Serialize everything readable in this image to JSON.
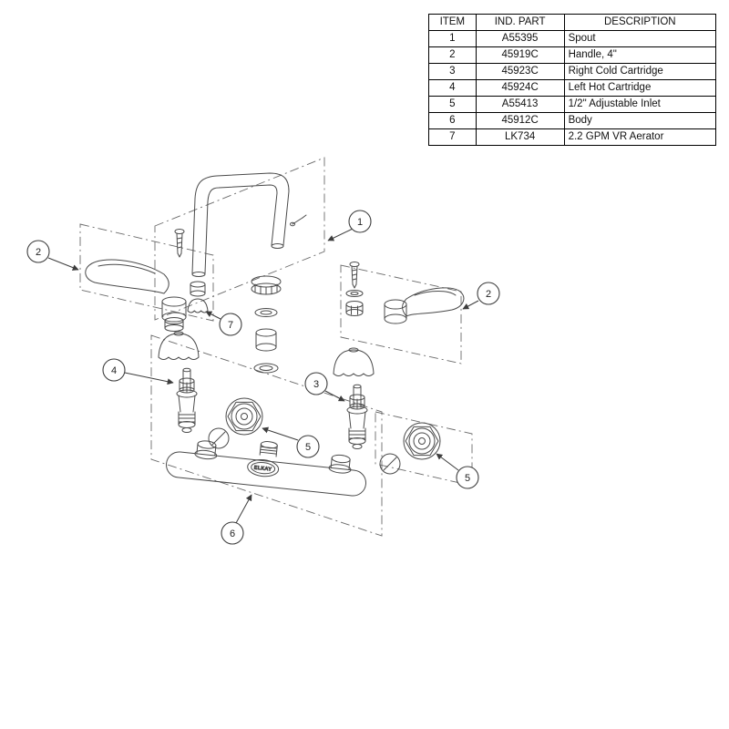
{
  "table": {
    "headers": [
      "ITEM",
      "IND. PART",
      "DESCRIPTION"
    ],
    "rows": [
      [
        "1",
        "A55395",
        "Spout"
      ],
      [
        "2",
        "45919C",
        "Handle, 4\""
      ],
      [
        "3",
        "45923C",
        "Right Cold Cartridge"
      ],
      [
        "4",
        "45924C",
        "Left Hot Cartridge"
      ],
      [
        "5",
        "A55413",
        "1/2\" Adjustable Inlet"
      ],
      [
        "6",
        "45912C",
        "Body"
      ],
      [
        "7",
        "LK734",
        "2.2 GPM VR Aerator"
      ]
    ]
  },
  "callouts": {
    "c1": "1",
    "c2_left": "2",
    "c2_right": "2",
    "c3": "3",
    "c4": "4",
    "c5_left": "5",
    "c5_right": "5",
    "c6": "6",
    "c7": "7"
  },
  "diagram": {
    "brand": "ELKAY"
  }
}
